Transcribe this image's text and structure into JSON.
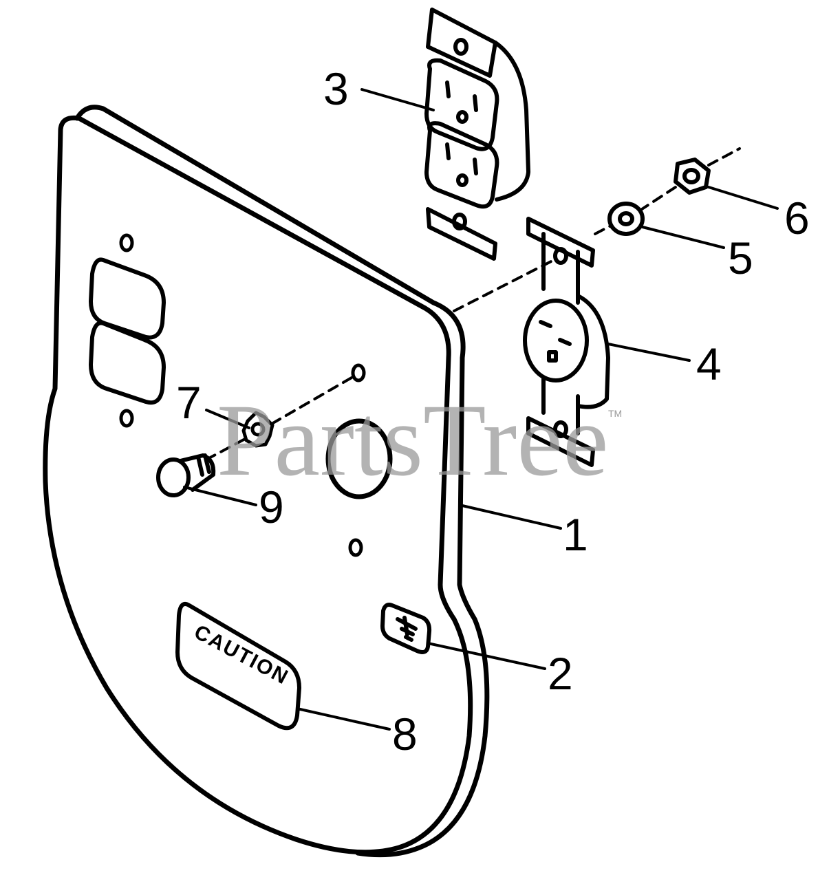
{
  "diagram": {
    "callouts": [
      {
        "id": "1",
        "label": "1"
      },
      {
        "id": "2",
        "label": "2"
      },
      {
        "id": "3",
        "label": "3"
      },
      {
        "id": "4",
        "label": "4"
      },
      {
        "id": "5",
        "label": "5"
      },
      {
        "id": "6",
        "label": "6"
      },
      {
        "id": "7",
        "label": "7"
      },
      {
        "id": "8",
        "label": "8"
      },
      {
        "id": "9",
        "label": "9"
      }
    ],
    "decal_text": "CAUTION",
    "watermark": "PartsTree",
    "trademark": "TM"
  },
  "colors": {
    "ink": "#000000",
    "paper": "#ffffff",
    "watermark": "#9a9a9a"
  }
}
